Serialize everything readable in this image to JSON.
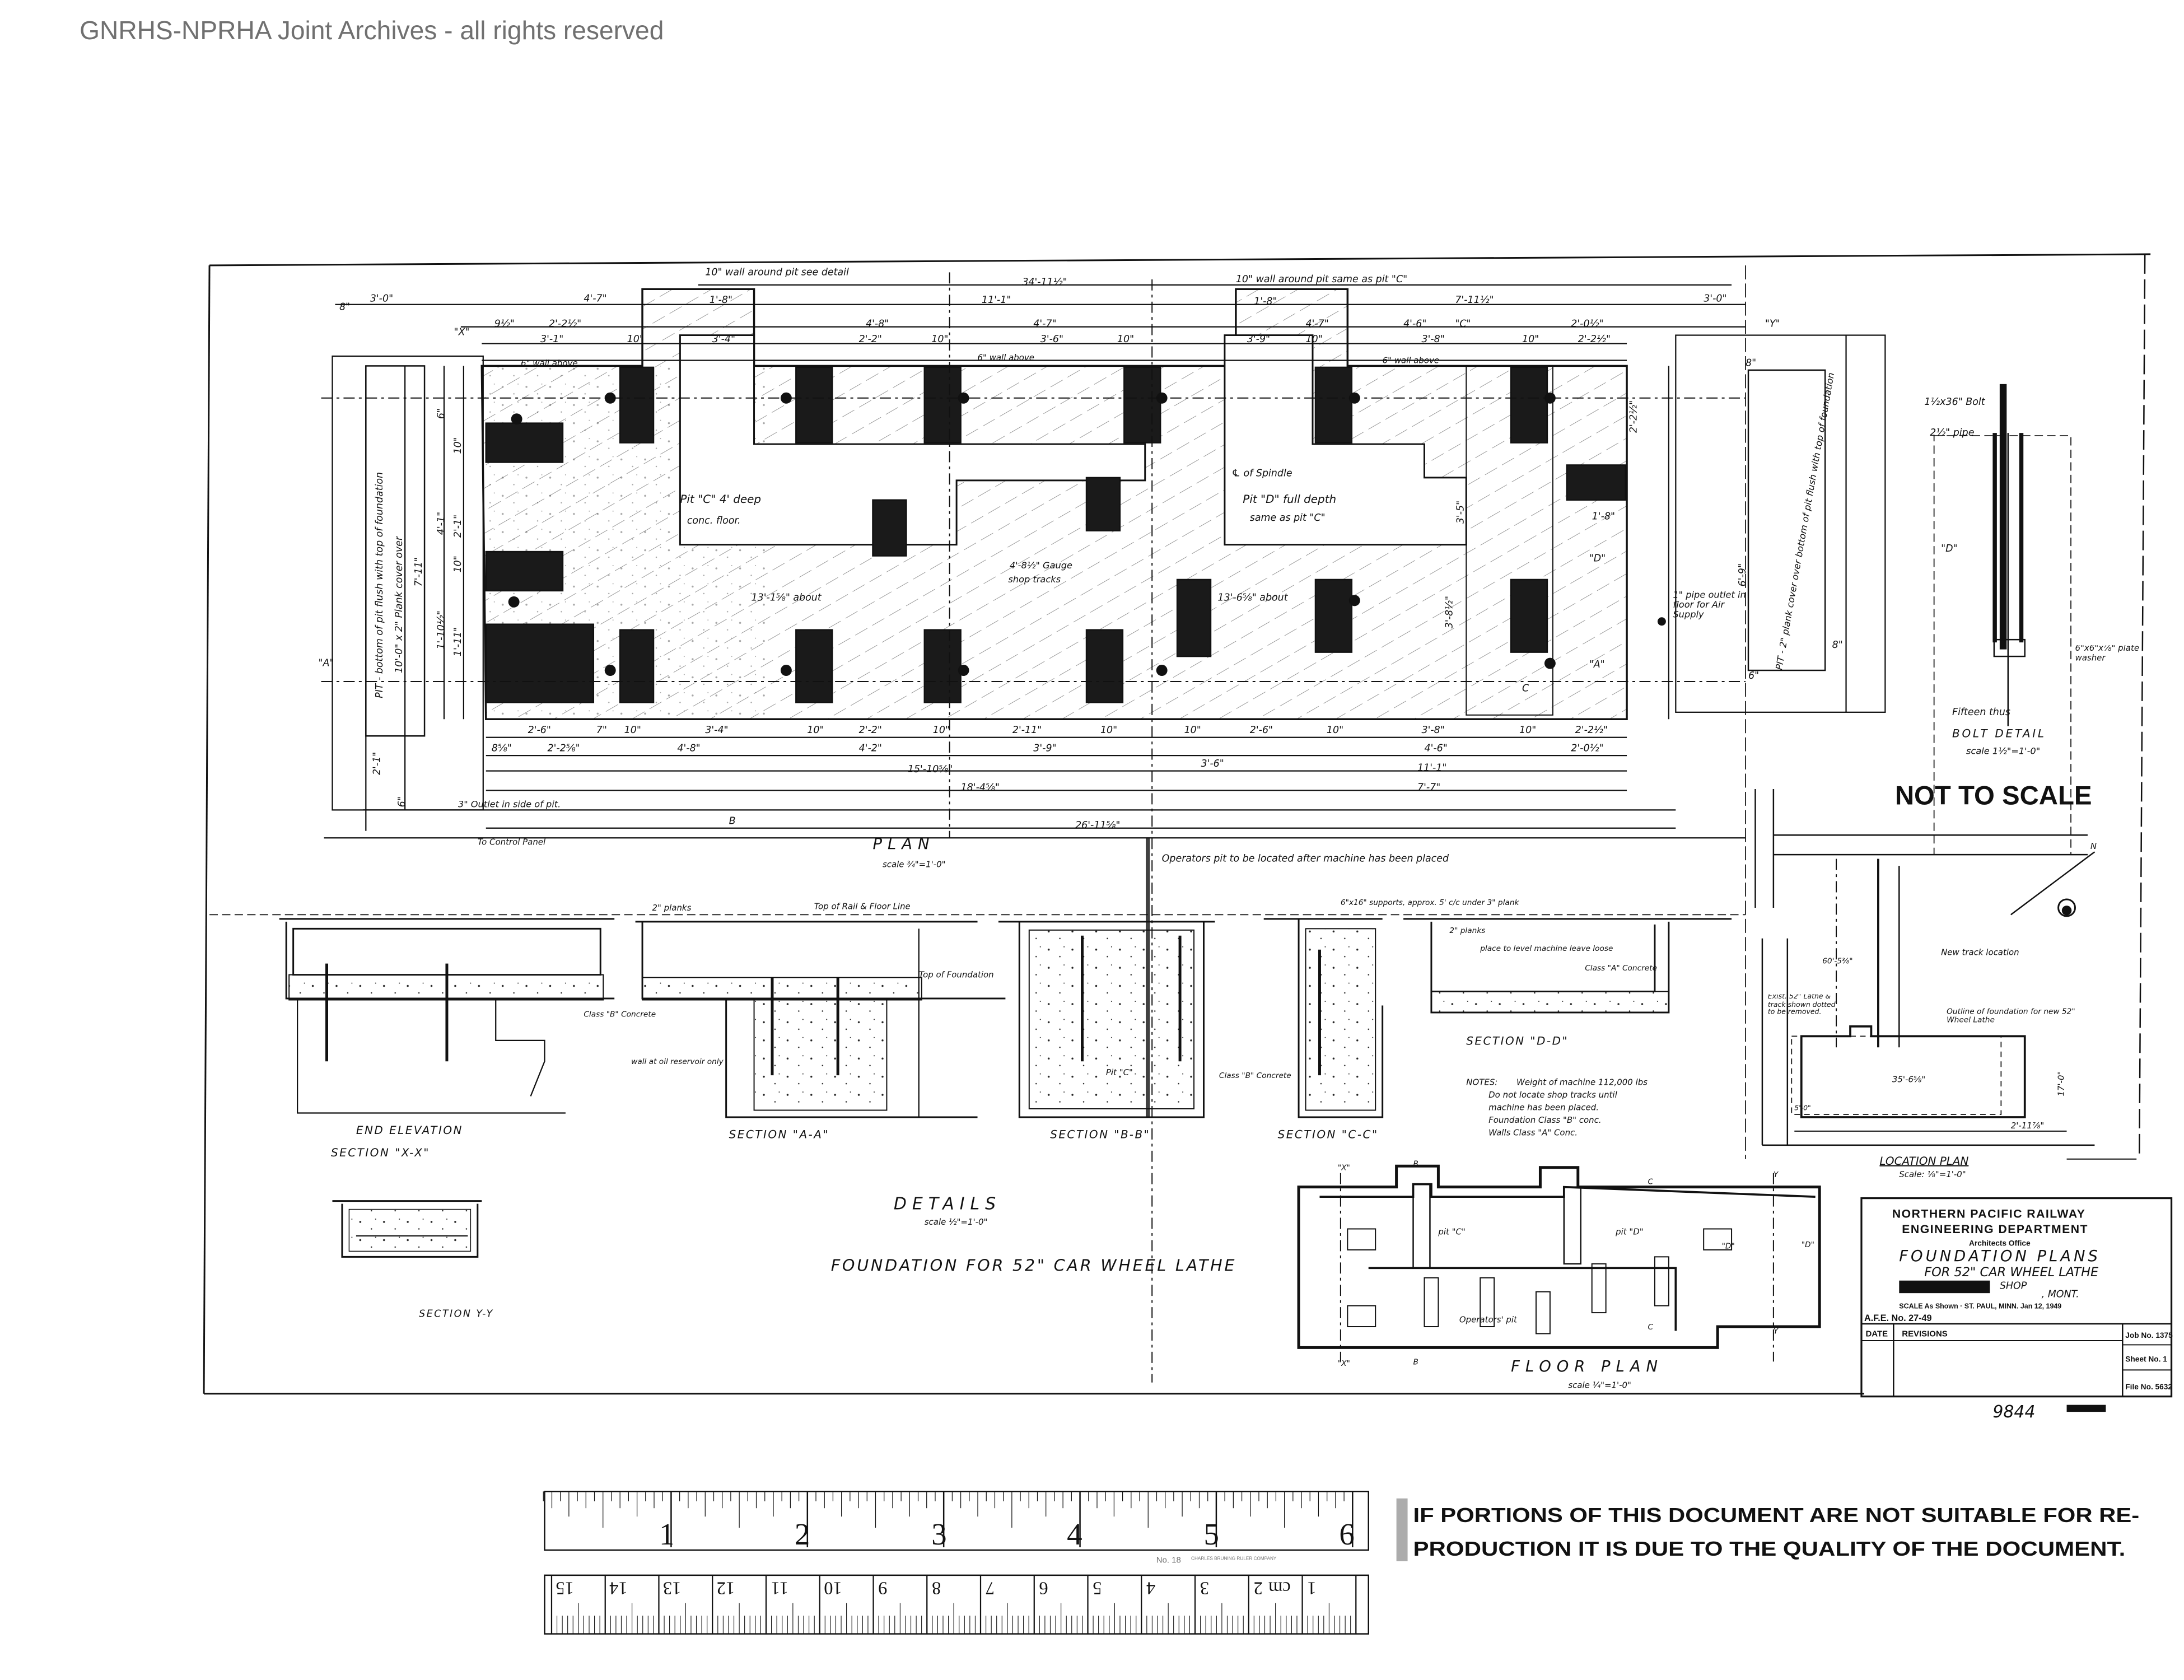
{
  "watermark": "GNRHS-NPRHA Joint Archives - all rights reserved",
  "plan": {
    "title": "PLAN",
    "scale": "scale ¾\"=1'-0\"",
    "notes": {
      "wall_around_pit_c": "10\" wall around pit  see detail",
      "wall_around_pit_d": "10\" wall around pit  same as pit \"C\"",
      "pit_c": "Pit \"C\" 4' deep",
      "pit_c_floor": "conc. floor.",
      "pit_d": "Pit \"D\" full depth",
      "pit_d_same": "same as pit \"C\"",
      "spindle": "℄ of Spindle",
      "gauge": "4'-8½\" Gauge",
      "shop_tracks": "shop tracks",
      "about_left": "13'-1⅝\" about",
      "about_right": "13'-6⅝\" about",
      "pit_text": "PIT - bottom of pit flush with top of foundation",
      "plank_cover": "10'-0\" x 2\" Plank cover over",
      "right_pit": "PIT - 2\" plank cover over bottom of pit flush with top of foundation",
      "air_supply": "1\" pipe outlet in floor for Air Supply",
      "outlet": "3\" Outlet in side of pit.",
      "control_panel": "To Control Panel",
      "operators_pit": "Operators pit to be located after machine has been placed",
      "wall_above_1": "6\" wall above",
      "wall_above_2": "6\" wall above",
      "wall_above_3": "6\" wall above"
    },
    "dims_top": [
      "8\"",
      "3'-0\"",
      "4'-7\"",
      "34'-11½\"",
      "11'-1\"",
      "1'-8\"",
      "1'-8\"",
      "7'-11½\"",
      "3'-0\"",
      "4'-8\"",
      "4'-7\"",
      "4'-7\"",
      "4'-6\"",
      "\"C\"",
      "2'-0½\"",
      "9½\"",
      "2'-2½\"",
      "3'-1\"",
      "10\"",
      "3'-4\"",
      "2'-2\"",
      "10\"",
      "3'-6\"",
      "10\"",
      "3'-9\"",
      "10\"",
      "3'-8\"",
      "10\"",
      "2'-2½\""
    ],
    "dims_bottom": [
      "2'-6\"",
      "7\"",
      "10\"",
      "3'-4\"",
      "10\"",
      "2'-2\"",
      "10\"",
      "2'-11\"",
      "10\"",
      "10\"",
      "2'-6\"",
      "10\"",
      "3'-8\"",
      "10\"",
      "2'-2½\"",
      "8⅝\"",
      "2'-2⅝\"",
      "4'-8\"",
      "4'-2\"",
      "3'-9\"",
      "4'-6\"",
      "2'-0½\"",
      "15'-10⅝\"",
      "3'-6\"",
      "11'-1\"",
      "18'-4⅝\"",
      "7'-7\"",
      "26'-11⅝\""
    ],
    "dims_left": [
      "7'-11\"",
      "4'-1\"",
      "10\"",
      "2'-1\"",
      "10\"",
      "1'-10½\"",
      "1'-11\"",
      "6\"",
      "6\"",
      "2'-1\""
    ],
    "dims_right": [
      "6'-9\"",
      "8\"",
      "3'-5\"",
      "1'-8\"",
      "8\"",
      "6\"",
      "3'-8½\"",
      "2'-2½\""
    ],
    "section_marks": [
      "\"X\"",
      "\"Y\"",
      "\"A\"",
      "\"A\"",
      "\"D\"",
      "\"D\"",
      "B",
      "C"
    ]
  },
  "bolt_detail": {
    "bolt": "1½x36\" Bolt",
    "pipe": "2½\" pipe",
    "washer": "6\"x6\"x⅞\" plate washer",
    "count": "Fifteen thus",
    "title": "BOLT DETAIL",
    "scale": "scale 1½\"=1'-0\""
  },
  "not_to_scale": "NOT TO SCALE",
  "location_plan": {
    "title": "LOCATION PLAN",
    "scale": "Scale: ⅛\"=1'-0\"",
    "new_track": "New track location",
    "outline": "Outline of foundation for new 52\" Wheel Lathe",
    "old_lathe": "Exist. 52\" Lathe & track shown dotted to be removed.",
    "dim_1": "60'-5⅜\"",
    "dim_2": "35'-6⅝\"",
    "dim_3": "17'-0\"",
    "dim_4": "2'-11⅞\"",
    "dim_5": "5'-0\"",
    "north": "N"
  },
  "details": {
    "end_elevation": "END ELEVATION",
    "section_xx": "SECTION \"X-X\"",
    "section_aa": "SECTION \"A-A\"",
    "section_bb": "SECTION \"B-B\"",
    "section_cc": "SECTION \"C-C\"",
    "section_dd": "SECTION \"D-D\"",
    "section_yy": "SECTION Y-Y",
    "planks": "2\" planks",
    "planks_2": "2\" planks",
    "top_of_rail": "Top of Rail & Floor Line",
    "top_of_foundation": "Top of Foundation",
    "class_b_concrete": "Class \"B\" Concrete",
    "class_b_concrete_2": "Class \"B\" Concrete",
    "class_a_concrete": "Class \"A\" Concrete",
    "oil_reservoir": "wall at oil reservoir only",
    "pit_c": "Pit \"C\"",
    "supports": "6\"x16\" supports, approx. 5' c/c under 3\" plank",
    "place_level": "place to level machine leave loose",
    "notes_title": "NOTES:",
    "notes": [
      "Weight of machine 112,000 lbs",
      "Do not locate shop tracks until",
      "machine has been placed.",
      "Foundation  Class \"B\" conc.",
      "Walls        Class \"A\" Conc."
    ],
    "title": "DETAILS",
    "scale": "scale ½\"=1'-0\"",
    "foundation_title": "FOUNDATION FOR 52\" CAR WHEEL LATHE"
  },
  "floor_plan": {
    "title": "FLOOR PLAN",
    "scale": "scale ¼\"=1'-0\"",
    "pit_c": "pit \"C\"",
    "pit_d": "pit \"D\"",
    "operators_pit": "Operators' pit",
    "marks": [
      "\"X\"",
      "\"X\"",
      "B",
      "B",
      "C",
      "C",
      "Y",
      "Y",
      "\"D\"",
      "\"D\""
    ]
  },
  "title_block": {
    "line1": "NORTHERN PACIFIC RAILWAY",
    "line2": "ENGINEERING DEPARTMENT",
    "office": "Architects Office",
    "title": "FOUNDATION PLANS",
    "subtitle": "FOR 52\" CAR WHEEL LATHE",
    "shop": "SHOP",
    "location": ", MONT.",
    "scale_line": "SCALE As Shown  ·  ST. PAUL, MINN. Jan 12, 1949",
    "afe": "A.F.E. No. 27-49",
    "date_col": "DATE",
    "revisions_col": "REVISIONS",
    "job_no": "Job No. 1375",
    "sheet_no": "Sheet No. 1",
    "file_no": "File No. 5632",
    "drawing_number": "9844"
  },
  "ruler": {
    "inch_labels": [
      "1",
      "2",
      "3",
      "4",
      "5",
      "6"
    ],
    "cm_labels": [
      "1",
      "cm",
      "2",
      "3",
      "4",
      "5",
      "6",
      "7",
      "8",
      "9",
      "10",
      "11",
      "12",
      "13",
      "14",
      "15"
    ],
    "model": "No. 18",
    "maker": "CHARLES BRUNING RULER COMPANY"
  },
  "notice": {
    "line1": "IF PORTIONS OF THIS DOCUMENT ARE NOT SUITABLE FOR RE-",
    "line2": "PRODUCTION IT IS DUE TO THE QUALITY OF THE DOCUMENT."
  }
}
